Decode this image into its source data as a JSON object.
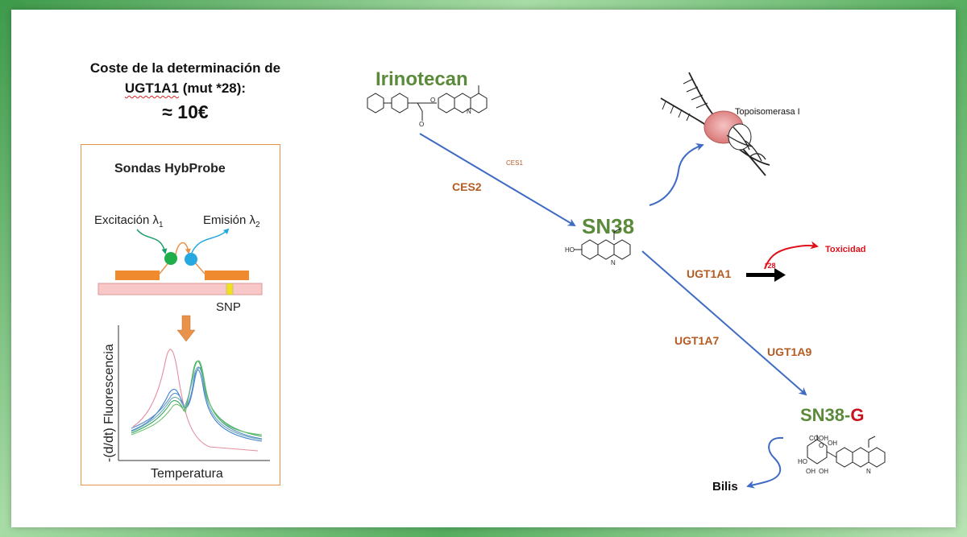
{
  "cost": {
    "line1": "Coste de la determinación de",
    "gene": "UGT1A1",
    "line2_rest": " (mut *28):",
    "price": "≈ 10€"
  },
  "probe_box": {
    "title": "Sondas  HybProbe",
    "excitation": "Excitación λ",
    "excitation_sub": "1",
    "emission": "Emisión λ",
    "emission_sub": "2",
    "snp": "SNP",
    "y_axis": "-(d/dt) Fluorescencia",
    "x_axis": "Temperatura"
  },
  "pathway": {
    "irinotecan": "Irinotecan",
    "ces1": "CES1",
    "ces2": "CES2",
    "sn38": "SN38",
    "topo": "Topoisomerasa I",
    "toxicity": "Toxicidad",
    "star28": "*28",
    "ugt1a1": "UGT1A1",
    "ugt1a7": "UGT1A7",
    "ugt1a9": "UGT1A9",
    "sn38g_base": "SN38-",
    "sn38g_g": "G",
    "bilis": "Bilis",
    "ho": "HO",
    "cooh": "COOH",
    "o": "O",
    "n": "N",
    "oh": "OH"
  },
  "colors": {
    "green": "#5a8a3a",
    "brown": "#b45b22",
    "red": "#e0101a",
    "blue": "#3f6bc4",
    "orange": "#e8924a"
  }
}
